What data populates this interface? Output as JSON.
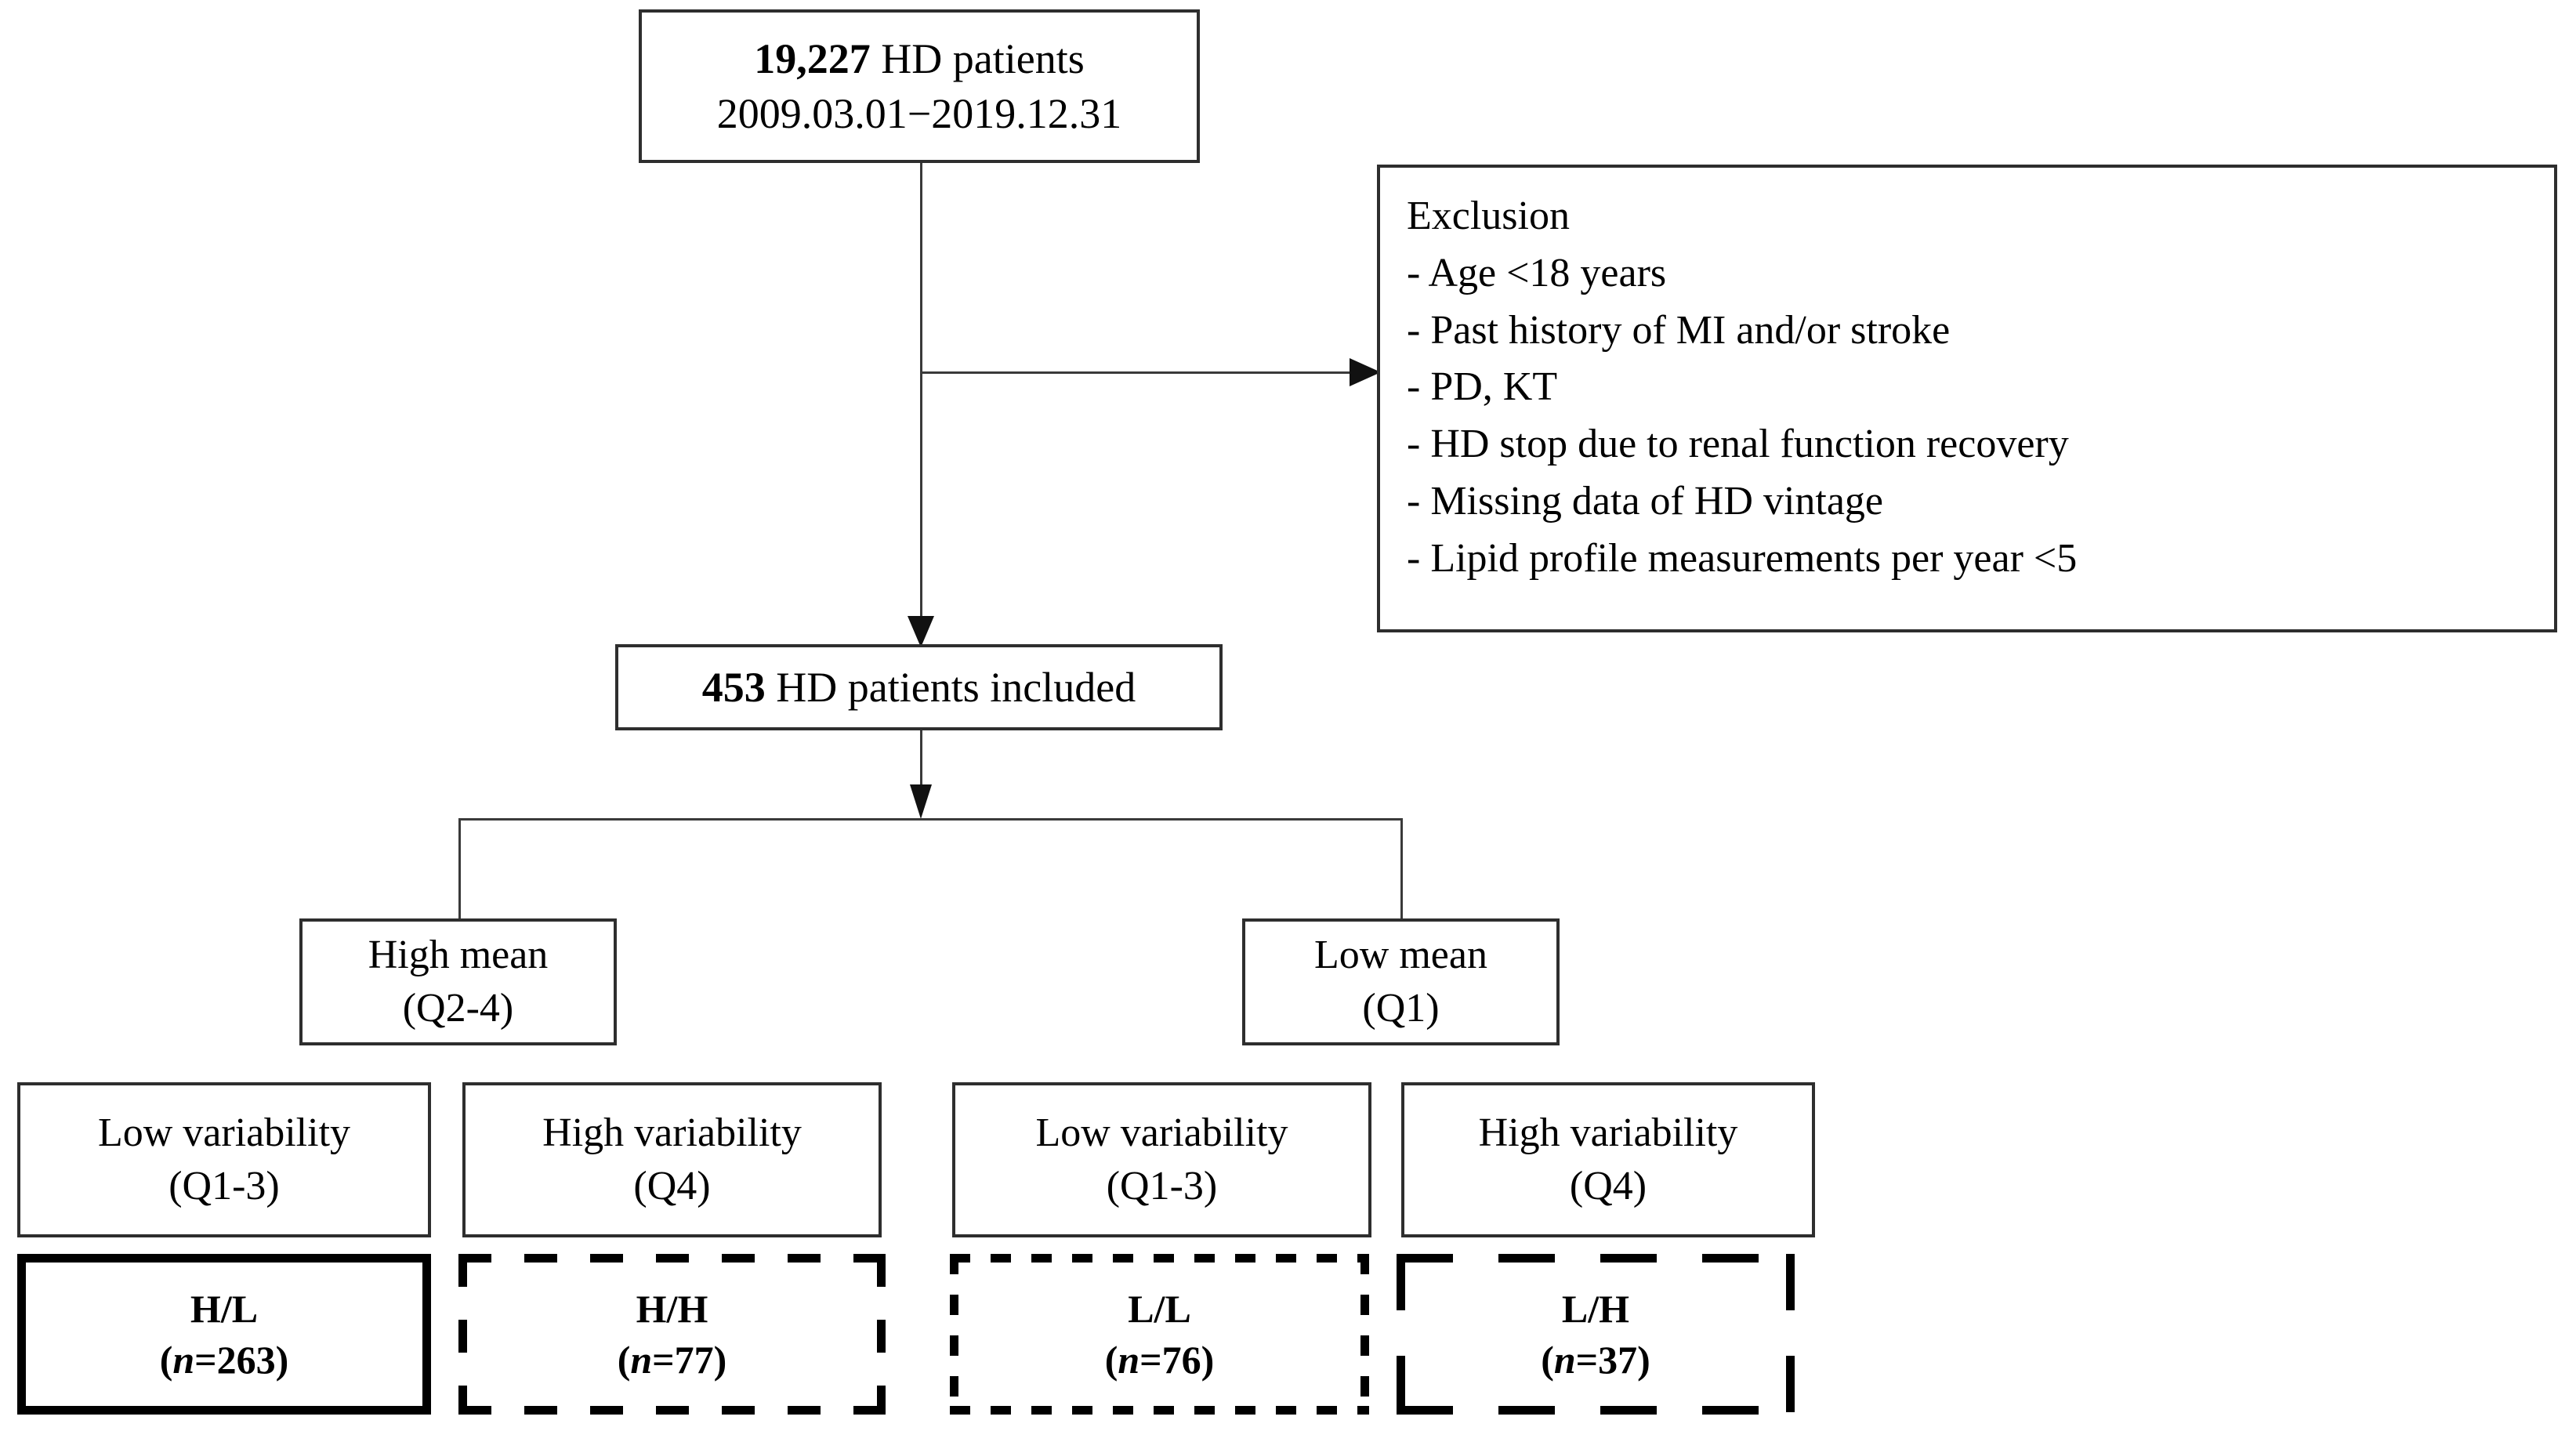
{
  "figure": {
    "type": "patient-selection-flowchart",
    "nodes": {
      "cohort": {
        "line1_bold": "19,227",
        "line1_rest": " HD patients",
        "line2": "2009.03.01−2019.12.31"
      },
      "exclusion": {
        "title": "Exclusion",
        "items": [
          "- Age <18 years",
          "- Past history of MI and/or stroke",
          "- PD, KT",
          "- HD stop due to renal function recovery",
          "- Missing data of HD vintage",
          "- Lipid profile measurements per year <5"
        ]
      },
      "included": {
        "bold": "453",
        "rest": " HD patients included"
      },
      "mean_groups": [
        {
          "line1": "High mean",
          "line2": "(Q2-4)"
        },
        {
          "line1": "Low mean",
          "line2": "(Q1)"
        }
      ],
      "variability_groups": [
        {
          "line1": "Low variability",
          "line2": "(Q1-3)"
        },
        {
          "line1": "High variability",
          "line2": "(Q4)"
        },
        {
          "line1": "Low variability",
          "line2": "(Q1-3)"
        },
        {
          "line1": "High variability",
          "line2": "(Q4)"
        }
      ],
      "result_groups": [
        {
          "label": "H/L",
          "n_prefix": "(",
          "n_italic": "n",
          "n_value": "=263)",
          "border": "solid-thick"
        },
        {
          "label": "H/H",
          "n_prefix": "(",
          "n_italic": "n",
          "n_value": "=77)",
          "border": "dash-med"
        },
        {
          "label": "L/L",
          "n_prefix": "(",
          "n_italic": "n",
          "n_value": "=76)",
          "border": "dash-short"
        },
        {
          "label": "L/H",
          "n_prefix": "(",
          "n_italic": "n",
          "n_value": "=37)",
          "border": "dash-long"
        }
      ]
    },
    "colors": {
      "box_border": "#2e2e2e",
      "emphasis_border": "#000000",
      "connector": "#3a3a3a",
      "background": "#ffffff",
      "text": "#000000"
    }
  }
}
